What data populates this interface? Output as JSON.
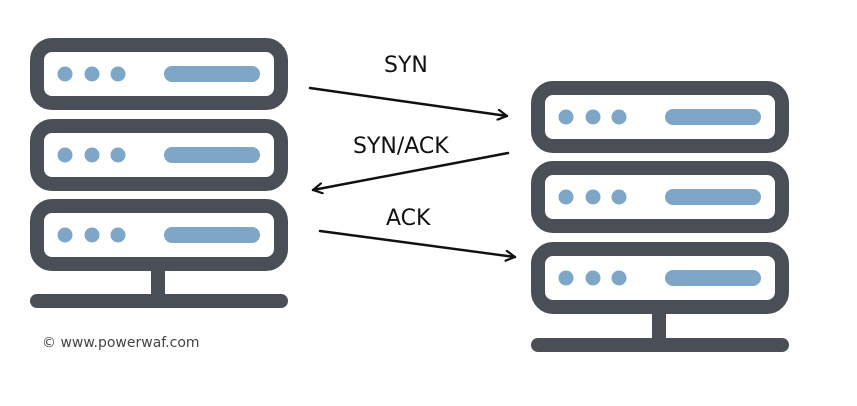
{
  "colors": {
    "server_frame": "#4a4f57",
    "server_face": "#ffffff",
    "indicator": "#7ea6c7",
    "arrow": "#111111"
  },
  "icons": {
    "client": "server-rack-icon",
    "server": "server-rack-icon"
  },
  "handshake": {
    "step1": "SYN",
    "step2": "SYN/ACK",
    "step3": "ACK"
  },
  "footer": {
    "copyright": "© www.powerwaf.com"
  }
}
